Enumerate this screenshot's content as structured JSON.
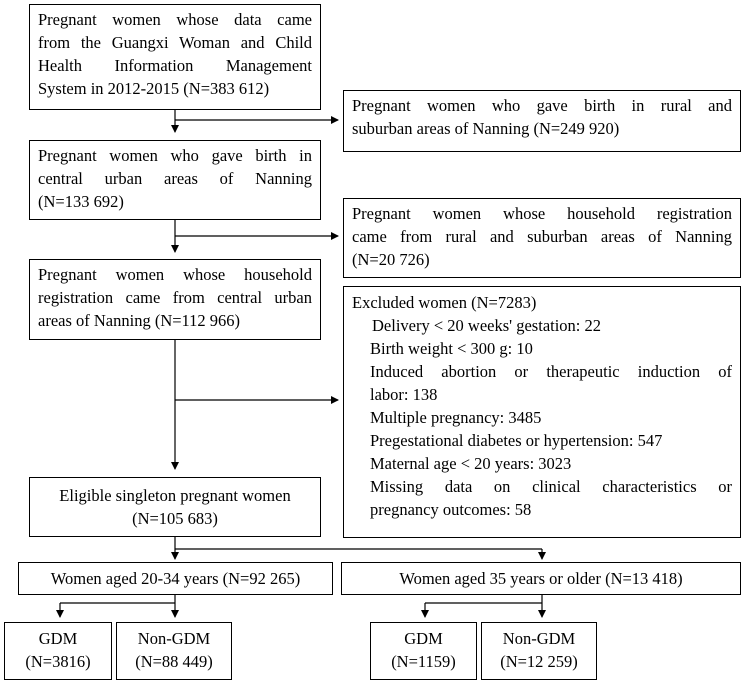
{
  "boxes": {
    "source": {
      "lines": [
        "Pregnant women whose data came",
        "from the Guangxi Woman and Child",
        "Health Information Management",
        "System in 2012-2015 (N=383 612)"
      ]
    },
    "excl_rural_birth": {
      "lines": [
        "Pregnant women who gave birth in rural and",
        "suburban areas of Nanning (N=249 920)"
      ]
    },
    "urban_birth": {
      "lines": [
        "Pregnant women who gave birth in",
        "central urban areas of Nanning",
        "(N=133 692)"
      ]
    },
    "excl_rural_reg": {
      "lines": [
        "Pregnant women whose household registration",
        "came from rural and suburban areas of Nanning",
        "(N=20 726)"
      ]
    },
    "urban_reg": {
      "lines": [
        "Pregnant women whose household",
        "registration came from central urban",
        "areas of Nanning (N=112 966)"
      ]
    },
    "excluded": {
      "title": "Excluded women (N=7283)",
      "items": [
        "Delivery < 20 weeks' gestation: 22",
        "Birth weight < 300 g: 10",
        "Induced abortion or therapeutic induction of",
        "labor: 138",
        "Multiple pregnancy: 3485",
        "Pregestational diabetes or hypertension: 547",
        "Maternal age < 20 years: 3023",
        "Missing data on clinical characteristics or",
        "pregnancy outcomes: 58"
      ]
    },
    "eligible": {
      "lines": [
        "Eligible singleton pregnant women",
        "(N=105 683)"
      ]
    },
    "young": {
      "label": "Women aged 20-34 years (N=92 265)"
    },
    "older": {
      "label": "Women aged 35 years or older (N=13 418)"
    },
    "young_gdm": {
      "lines": [
        "GDM",
        "(N=3816)"
      ]
    },
    "young_nongdm": {
      "lines": [
        "Non-GDM",
        "(N=88 449)"
      ]
    },
    "older_gdm": {
      "lines": [
        "GDM",
        "(N=1159)"
      ]
    },
    "older_nongdm": {
      "lines": [
        "Non-GDM",
        "(N=12 259)"
      ]
    }
  }
}
